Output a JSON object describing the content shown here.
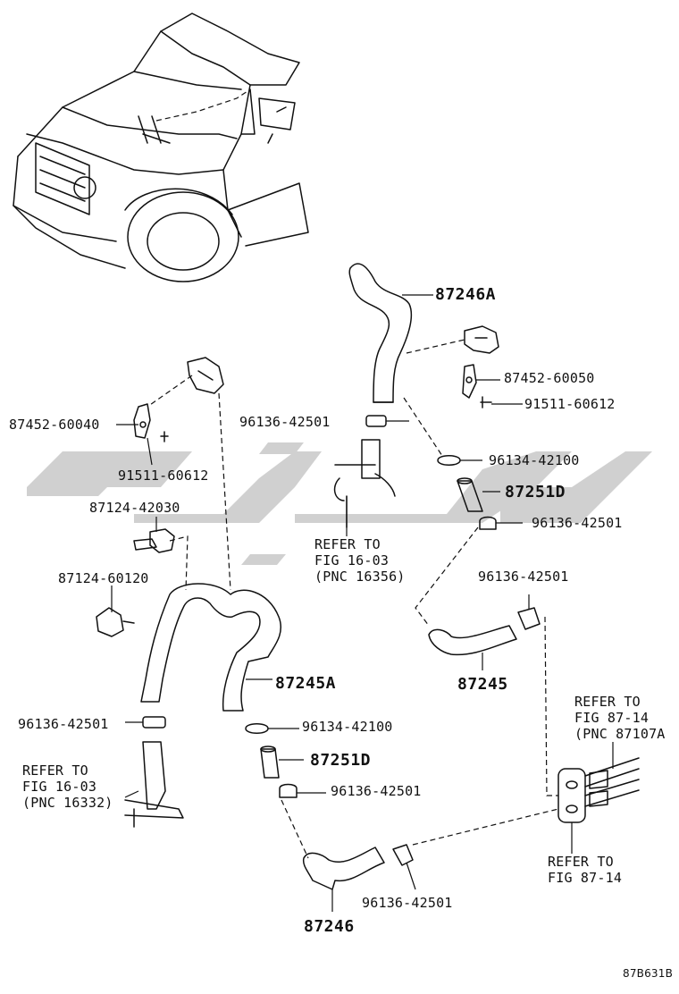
{
  "watermark": {
    "color": "#c8c8c8"
  },
  "labels": {
    "p87246A": "87246A",
    "p87452_60050": "87452-60050",
    "p91511_60612_r": "91511-60612",
    "p96136_42501_a": "96136-42501",
    "p96134_42100_a": "96134-42100",
    "p87251D_a": "87251D",
    "p96136_42501_b": "96136-42501",
    "p96136_42501_c": "96136-42501",
    "p87245": "87245",
    "p87452_60040": "87452-60040",
    "p91511_60612_l": "91511-60612",
    "p87124_42030": "87124-42030",
    "p87124_60120": "87124-60120",
    "p87245A": "87245A",
    "p96136_42501_d": "96136-42501",
    "p96134_42100_b": "96134-42100",
    "p87251D_b": "87251D",
    "p96136_42501_e": "96136-42501",
    "p87246": "87246",
    "p96136_42501_f": "96136-42501"
  },
  "refs": {
    "ref1": "REFER TO\nFIG 16-03\n(PNC 16356)",
    "ref2": "REFER TO\nFIG 16-03\n(PNC 16332)",
    "ref3": "REFER TO\nFIG 87-14\n(PNC 87107A",
    "ref4": "REFER TO\nFIG 87-14"
  },
  "figure_code": "87B631B"
}
